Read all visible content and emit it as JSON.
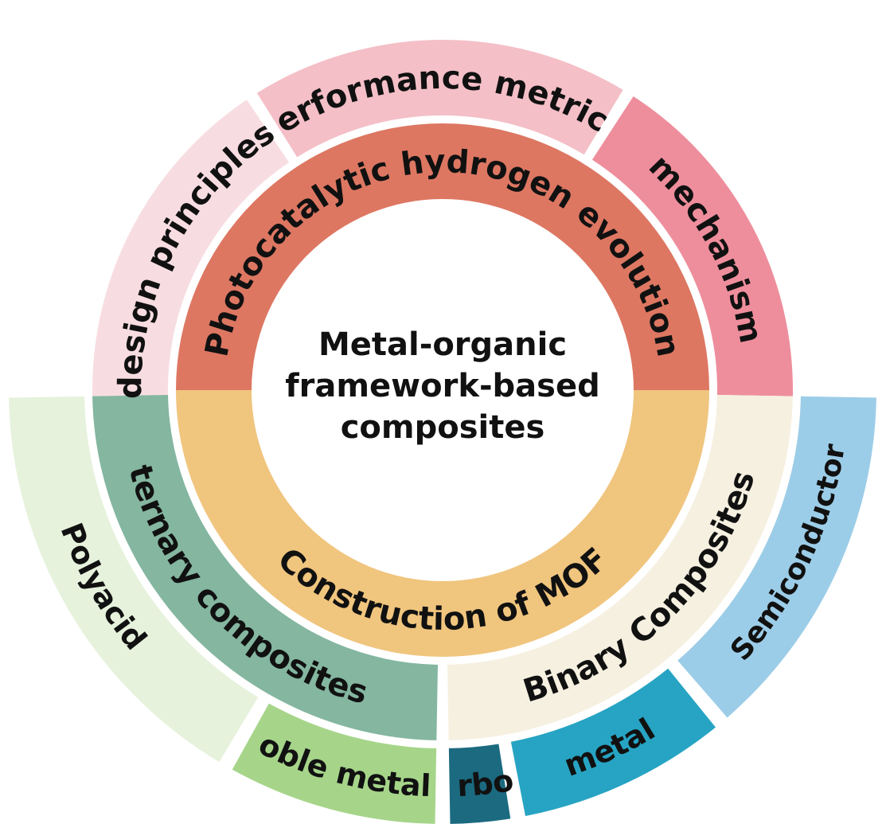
{
  "center": {
    "lines": [
      "Metal-organic",
      "framework-based",
      "composites"
    ]
  },
  "inner_ring": [
    {
      "id": "photocatalytic",
      "label": "Photocatalytic hydrogen evolution",
      "color": "#dd7762"
    },
    {
      "id": "construction",
      "label": "Construction of MOF",
      "color": "#f0c57e"
    }
  ],
  "middle_ring": [
    {
      "id": "design",
      "label": "design principles",
      "color": "#f7dde2"
    },
    {
      "id": "performance",
      "label": "performance metrics",
      "color": "#f4bfc7"
    },
    {
      "id": "mechanism",
      "label": "mechanism",
      "color": "#ee8e9c"
    },
    {
      "id": "binary",
      "label": "Binary Composites",
      "color": "#f6f0e1"
    },
    {
      "id": "ternary",
      "label": "ternary composites",
      "color": "#84b6a0"
    }
  ],
  "outer_ring": [
    {
      "id": "semiconductor",
      "label": "Semiconductor",
      "color": "#9ccde8"
    },
    {
      "id": "metal",
      "label": "metal",
      "color": "#27a4c3"
    },
    {
      "id": "carbon",
      "label": "carbon",
      "color": "#1b6a80"
    },
    {
      "id": "noble",
      "label": "Noble metals",
      "color": "#a6d58a"
    },
    {
      "id": "polyacid",
      "label": "Polyacid",
      "color": "#e6f2dc"
    }
  ]
}
